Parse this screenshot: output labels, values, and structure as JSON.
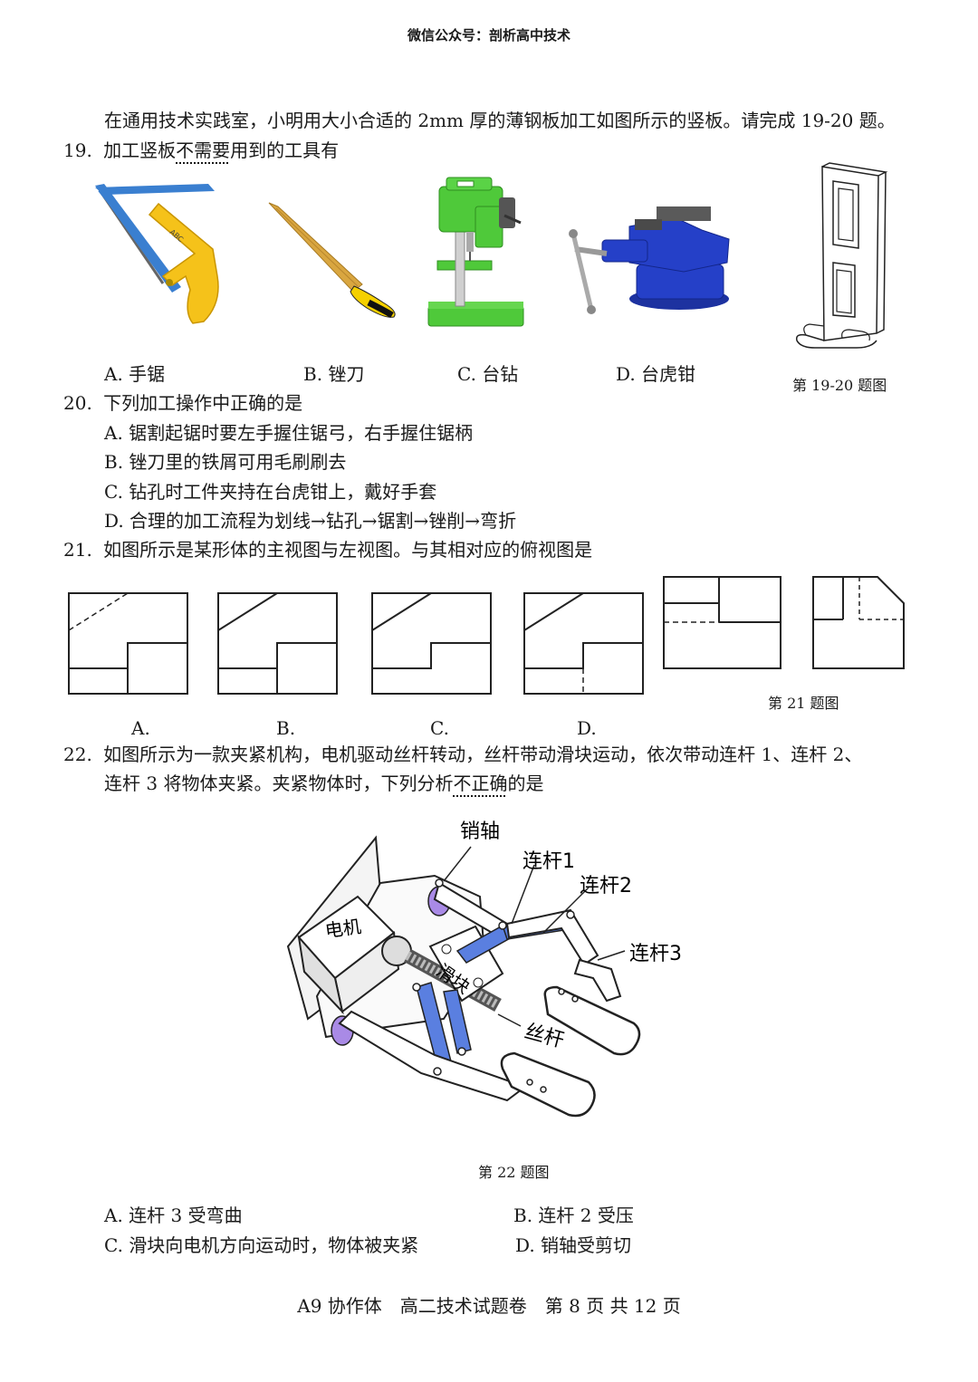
{
  "header": "微信公众号：剖析高中技术",
  "intro": "在通用技术实践室，小明用大小合适的 2mm 厚的薄钢板加工如图所示的竖板。请完成 19-20 题。",
  "q19": {
    "num": "19.",
    "pre": "加工竖板",
    "em": "不需要",
    "post": "用到的工具有",
    "options": [
      "A. 手锯",
      "B. 锉刀",
      "C. 台钻",
      "D. 台虎钳"
    ],
    "caption": "第 19-20 题图"
  },
  "q20": {
    "num": "20.",
    "stem": "下列加工操作中正确的是",
    "options": [
      "A. 锯割起锯时要左手握住锯弓，右手握住锯柄",
      "B. 锉刀里的铁屑可用毛刷刷去",
      "C. 钻孔时工件夹持在台虎钳上，戴好手套",
      "D. 合理的加工流程为划线→钻孔→锯割→锉削→弯折"
    ]
  },
  "q21": {
    "num": "21.",
    "stem": "如图所示是某形体的主视图与左视图。与其相对应的俯视图是",
    "options": [
      "A.",
      "B.",
      "C.",
      "D."
    ],
    "caption": "第 21 题图"
  },
  "q22": {
    "num": "22.",
    "line1": "如图所示为一款夹紧机构，电机驱动丝杆转动，丝杆带动滑块运动，依次带动连杆 1、连杆 2、",
    "line2_pre": "连杆 3 将物体夹紧。夹紧物体时，下列分析",
    "line2_em": "不正确",
    "line2_post": "的是",
    "labels": {
      "pin": "销轴",
      "link1": "连杆1",
      "link2": "连杆2",
      "link3": "连杆3",
      "motor": "电机",
      "slider": "滑块",
      "screw": "丝杆"
    },
    "caption": "第 22 题图",
    "options": [
      "A. 连杆 3 受弯曲",
      "B. 连杆 2 受压",
      "C. 滑块向电机方向运动时，物体被夹紧",
      "D. 销轴受剪切"
    ]
  },
  "footer": "A9 协作体　高二技术试题卷　第 8 页 共 12 页",
  "colors": {
    "saw_blade": "#3a7fd0",
    "saw_handle": "#f5c21a",
    "file_body": "#d9a640",
    "drill": "#4fc93a",
    "vise": "#2540c8",
    "link_blue": "#5a7fe0",
    "pin_purple": "#a98ae6"
  }
}
